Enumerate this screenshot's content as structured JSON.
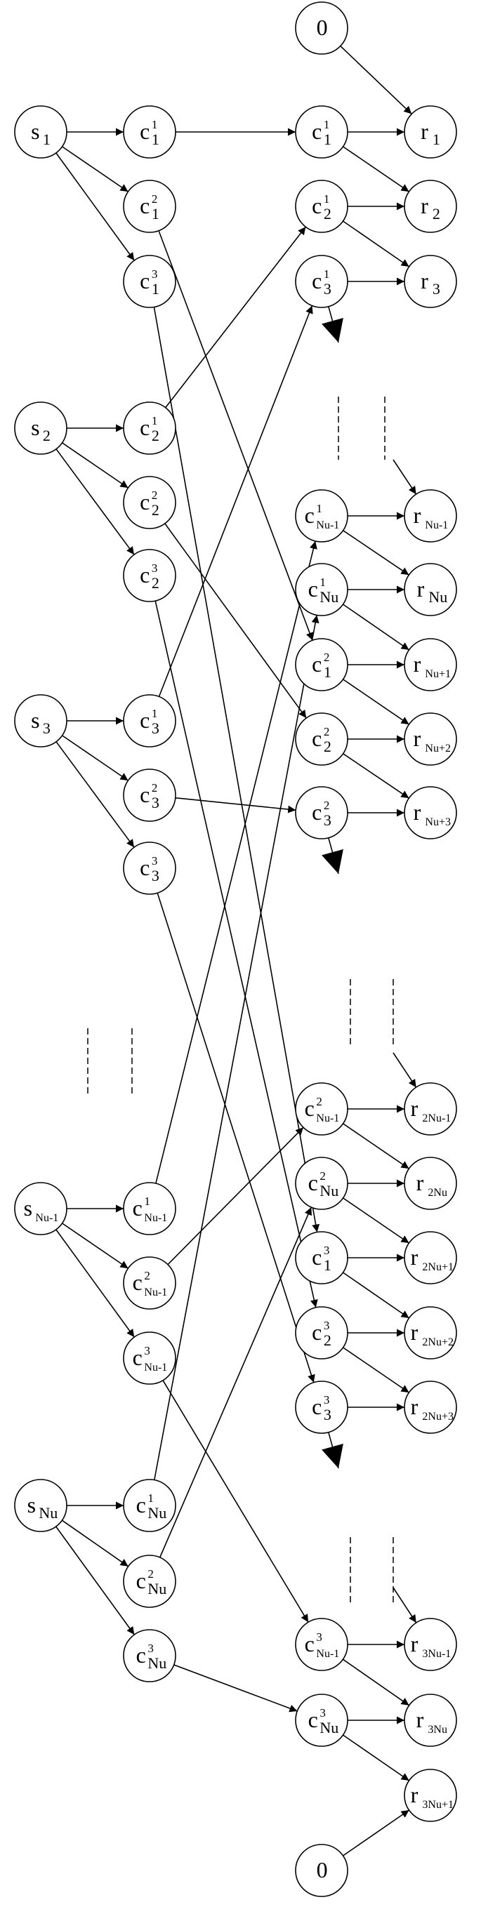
{
  "colors": {
    "stroke": "#000000",
    "fill": "#ffffff"
  },
  "nodes": [
    {
      "id": "S1",
      "base": "s",
      "sub": "1"
    },
    {
      "id": "S2",
      "base": "s",
      "sub": "2"
    },
    {
      "id": "S3",
      "base": "s",
      "sub": "3"
    },
    {
      "id": "SNm",
      "base": "s",
      "sub": "Nu-1"
    },
    {
      "id": "SN",
      "base": "s",
      "sub": "Nu"
    },
    {
      "id": "L11",
      "base": "c",
      "sub": "1",
      "sup": "1"
    },
    {
      "id": "L12",
      "base": "c",
      "sub": "1",
      "sup": "2"
    },
    {
      "id": "L13",
      "base": "c",
      "sub": "1",
      "sup": "3"
    },
    {
      "id": "L21",
      "base": "c",
      "sub": "2",
      "sup": "1"
    },
    {
      "id": "L22",
      "base": "c",
      "sub": "2",
      "sup": "2"
    },
    {
      "id": "L23",
      "base": "c",
      "sub": "2",
      "sup": "3"
    },
    {
      "id": "L31",
      "base": "c",
      "sub": "3",
      "sup": "1"
    },
    {
      "id": "L32",
      "base": "c",
      "sub": "3",
      "sup": "2"
    },
    {
      "id": "L33",
      "base": "c",
      "sub": "3",
      "sup": "3"
    },
    {
      "id": "LM1",
      "base": "c",
      "sub": "Nu-1",
      "sup": "1"
    },
    {
      "id": "LM2",
      "base": "c",
      "sub": "Nu-1",
      "sup": "2"
    },
    {
      "id": "LM3",
      "base": "c",
      "sub": "Nu-1",
      "sup": "3"
    },
    {
      "id": "LN1",
      "base": "c",
      "sub": "Nu",
      "sup": "1"
    },
    {
      "id": "LN2",
      "base": "c",
      "sub": "Nu",
      "sup": "2"
    },
    {
      "id": "LN3",
      "base": "c",
      "sub": "Nu",
      "sup": "3"
    },
    {
      "id": "RA1",
      "base": "c",
      "sub": "1",
      "sup": "1"
    },
    {
      "id": "RA2",
      "base": "c",
      "sub": "2",
      "sup": "1"
    },
    {
      "id": "RA3",
      "base": "c",
      "sub": "3",
      "sup": "1"
    },
    {
      "id": "RAM",
      "base": "c",
      "sub": "Nu-1",
      "sup": "1"
    },
    {
      "id": "RAN",
      "base": "c",
      "sub": "Nu",
      "sup": "1"
    },
    {
      "id": "RB1",
      "base": "c",
      "sub": "1",
      "sup": "2"
    },
    {
      "id": "RB2",
      "base": "c",
      "sub": "2",
      "sup": "2"
    },
    {
      "id": "RB3",
      "base": "c",
      "sub": "3",
      "sup": "2"
    },
    {
      "id": "RBM",
      "base": "c",
      "sub": "Nu-1",
      "sup": "2"
    },
    {
      "id": "RBN",
      "base": "c",
      "sub": "Nu",
      "sup": "2"
    },
    {
      "id": "RC1",
      "base": "c",
      "sub": "1",
      "sup": "3"
    },
    {
      "id": "RC2",
      "base": "c",
      "sub": "2",
      "sup": "3"
    },
    {
      "id": "RC3",
      "base": "c",
      "sub": "3",
      "sup": "3"
    },
    {
      "id": "RCM",
      "base": "c",
      "sub": "Nu-1",
      "sup": "3"
    },
    {
      "id": "RCN",
      "base": "c",
      "sub": "Nu",
      "sup": "3"
    },
    {
      "id": "Z0",
      "base": "0"
    },
    {
      "id": "Z1",
      "base": "0"
    },
    {
      "id": "R1",
      "base": "r",
      "sub": "1"
    },
    {
      "id": "R2",
      "base": "r",
      "sub": "2"
    },
    {
      "id": "R3",
      "base": "r",
      "sub": "3"
    },
    {
      "id": "RNm",
      "base": "r",
      "sub": "Nu-1"
    },
    {
      "id": "RN",
      "base": "r",
      "sub": "Nu"
    },
    {
      "id": "RN1",
      "base": "r",
      "sub": "Nu+1"
    },
    {
      "id": "RN2",
      "base": "r",
      "sub": "Nu+2"
    },
    {
      "id": "RN3",
      "base": "r",
      "sub": "Nu+3"
    },
    {
      "id": "R2Nm",
      "base": "r",
      "sub": "2Nu-1"
    },
    {
      "id": "R2N",
      "base": "r",
      "sub": "2Nu",
      "bold": true
    },
    {
      "id": "R2N1",
      "base": "r",
      "sub": "2Nu+1"
    },
    {
      "id": "R2N2",
      "base": "r",
      "sub": "2Nu+2"
    },
    {
      "id": "R2N3",
      "base": "r",
      "sub": "2Nu+3"
    },
    {
      "id": "R3Nm",
      "base": "r",
      "sub": "3Nu-1"
    },
    {
      "id": "R3N",
      "base": "r",
      "sub": "3Nu"
    },
    {
      "id": "R3N1",
      "base": "r",
      "sub": "3Nu+1"
    }
  ],
  "edges": [
    [
      "S1",
      "L11"
    ],
    [
      "S1",
      "L12"
    ],
    [
      "S1",
      "L13"
    ],
    [
      "S2",
      "L21"
    ],
    [
      "S2",
      "L22"
    ],
    [
      "S2",
      "L23"
    ],
    [
      "S3",
      "L31"
    ],
    [
      "S3",
      "L32"
    ],
    [
      "S3",
      "L33"
    ],
    [
      "SNm",
      "LM1"
    ],
    [
      "SNm",
      "LM2"
    ],
    [
      "SNm",
      "LM3"
    ],
    [
      "SN",
      "LN1"
    ],
    [
      "SN",
      "LN2"
    ],
    [
      "SN",
      "LN3"
    ],
    [
      "L11",
      "RA1"
    ],
    [
      "L21",
      "RA2"
    ],
    [
      "L31",
      "RA3"
    ],
    [
      "LM1",
      "RAM"
    ],
    [
      "LN1",
      "RAN"
    ],
    [
      "L12",
      "RB1"
    ],
    [
      "L22",
      "RB2"
    ],
    [
      "L32",
      "RB3"
    ],
    [
      "LM2",
      "RBM"
    ],
    [
      "LN2",
      "RBN"
    ],
    [
      "L13",
      "RC1"
    ],
    [
      "L23",
      "RC2"
    ],
    [
      "L33",
      "RC3"
    ],
    [
      "LM3",
      "RCM"
    ],
    [
      "LN3",
      "RCN"
    ],
    [
      "Z0",
      "R1"
    ],
    [
      "RA1",
      "R1"
    ],
    [
      "RA1",
      "R2"
    ],
    [
      "RA2",
      "R2"
    ],
    [
      "RA2",
      "R3"
    ],
    [
      "RA3",
      "R3"
    ],
    [
      "RAM",
      "RNm"
    ],
    [
      "RAM",
      "RN"
    ],
    [
      "RAN",
      "RN"
    ],
    [
      "RAN",
      "RN1"
    ],
    [
      "RB1",
      "RN1"
    ],
    [
      "RB1",
      "RN2"
    ],
    [
      "RB2",
      "RN2"
    ],
    [
      "RB2",
      "RN3"
    ],
    [
      "RB3",
      "RN3"
    ],
    [
      "RBM",
      "R2Nm"
    ],
    [
      "RBM",
      "R2N"
    ],
    [
      "RBN",
      "R2N"
    ],
    [
      "RBN",
      "R2N1"
    ],
    [
      "RC1",
      "R2N1"
    ],
    [
      "RC1",
      "R2N2"
    ],
    [
      "RC2",
      "R2N2"
    ],
    [
      "RC2",
      "R2N3"
    ],
    [
      "RC3",
      "R2N3"
    ],
    [
      "RCM",
      "R3Nm"
    ],
    [
      "RCM",
      "R3N"
    ],
    [
      "RCN",
      "R3N"
    ],
    [
      "RCN",
      "R3N1"
    ],
    [
      "Z1",
      "R3N1"
    ]
  ]
}
